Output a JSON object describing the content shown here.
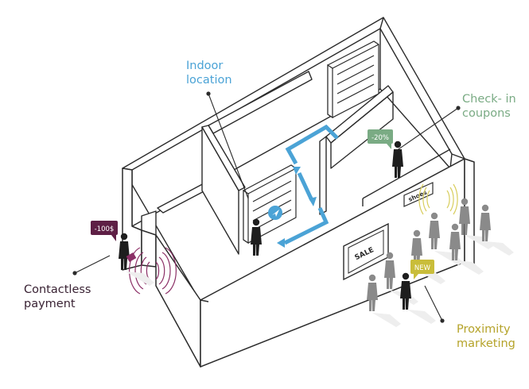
{
  "labels": {
    "indoor_location": [
      "Indoor",
      "location"
    ],
    "checkin_coupons": [
      "Check- in",
      "coupons"
    ],
    "contactless_payment": [
      "Contactless",
      "payment"
    ],
    "proximity_marketing": [
      "Proximity",
      "marketing"
    ]
  },
  "tags": {
    "price": "-100$",
    "discount": "-20%",
    "new": "NEW",
    "sale_sign": "SALE",
    "shoes_sign": "shoes"
  },
  "colors": {
    "line": "#2b2b2b",
    "indoor": "#4ba3d6",
    "checkin": "#7aab84",
    "payment": "#5e1f45",
    "payment_wave": "#8b2f66",
    "proximity": "#c9bd3a",
    "shopper_gray": "#8a8a8a",
    "shadow": "#eeeeee"
  }
}
